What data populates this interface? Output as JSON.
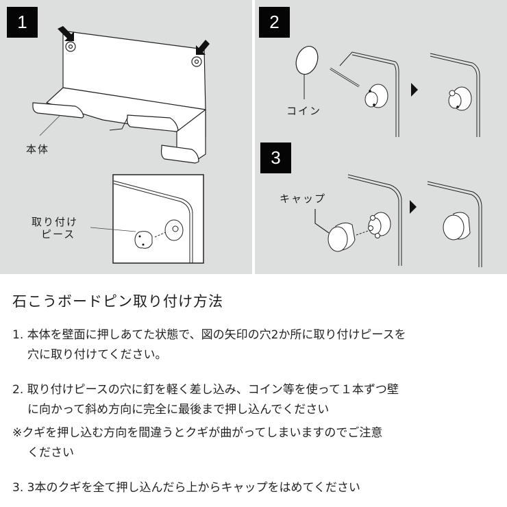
{
  "panels": [
    {
      "number": "1",
      "labels": {
        "body": "本体",
        "piece_line1": "取り付け",
        "piece_line2": "ピース"
      }
    },
    {
      "number": "2",
      "labels": {
        "coin": "コイン"
      }
    },
    {
      "number": "3",
      "labels": {
        "cap": "キャップ"
      }
    }
  ],
  "instructions": {
    "title": "石こうボードピン取り付け方法",
    "steps": [
      {
        "line1": "1. 本体を壁面に押しあてた状態で、図の矢印の穴2か所に取り付けピースを",
        "line2": "穴に取り付けてください。"
      },
      {
        "line1": "2. 取り付けピースの穴に釘を軽く差し込み、コイン等を使って１本ずつ壁",
        "line2": "に向かって斜め方向に完全に最後まで押し込んでください"
      },
      {
        "line1": "※クギを押し込む方向を間違うとクギが曲がってしまいますのでご注意",
        "line2": "ください"
      },
      {
        "line1": "3. 3本のクギを全て押し込んだら上からキャップをはめてください"
      }
    ]
  },
  "colors": {
    "panel_bg": "#dcdfdd",
    "badge_bg": "#050505",
    "badge_text": "#ffffff",
    "text": "#222222"
  }
}
